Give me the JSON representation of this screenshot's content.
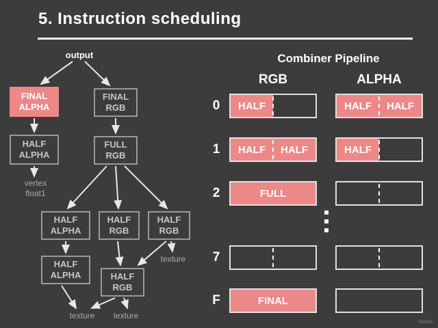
{
  "title": "5. Instruction scheduling",
  "colors": {
    "accent": "#ec8888",
    "background": "#3c3c3c",
    "box_border": "#9a9a9a"
  },
  "graph": {
    "output_label": "output",
    "nodes": [
      {
        "line1": "FINAL",
        "line2": "ALPHA",
        "style": "pink"
      },
      {
        "line1": "FINAL",
        "line2": "RGB",
        "style": "outline"
      },
      {
        "line1": "HALF",
        "line2": "ALPHA",
        "style": "outline"
      },
      {
        "line1": "FULL",
        "line2": "RGB",
        "style": "outline"
      },
      {
        "line1": "HALF",
        "line2": "ALPHA",
        "style": "outline"
      },
      {
        "line1": "HALF",
        "line2": "RGB",
        "style": "outline"
      },
      {
        "line1": "HALF",
        "line2": "RGB",
        "style": "outline"
      },
      {
        "line1": "HALF",
        "line2": "ALPHA",
        "style": "outline"
      },
      {
        "line1": "HALF",
        "line2": "RGB",
        "style": "outline"
      }
    ],
    "leaves": {
      "vertex": {
        "line1": "vertex",
        "line2": "float1"
      },
      "texture_right": "texture",
      "texture_bottom_left": "texture",
      "texture_bottom_mid": "texture"
    }
  },
  "pipeline": {
    "heading": "Combiner Pipeline",
    "columns": {
      "rgb": "RGB",
      "alpha": "ALPHA"
    },
    "rows": [
      {
        "label": "0",
        "rgb": {
          "left": "HALF"
        },
        "alpha": {
          "left": "HALF",
          "right": "HALF"
        }
      },
      {
        "label": "1",
        "rgb": {
          "left": "HALF",
          "right": "HALF"
        },
        "alpha": {
          "left": "HALF"
        }
      },
      {
        "label": "2",
        "rgb": {
          "full": "FULL"
        }
      },
      {
        "label": "7"
      },
      {
        "label": "F",
        "rgb": {
          "full": "FINAL"
        }
      }
    ]
  },
  "watermark": "NVIDIA"
}
